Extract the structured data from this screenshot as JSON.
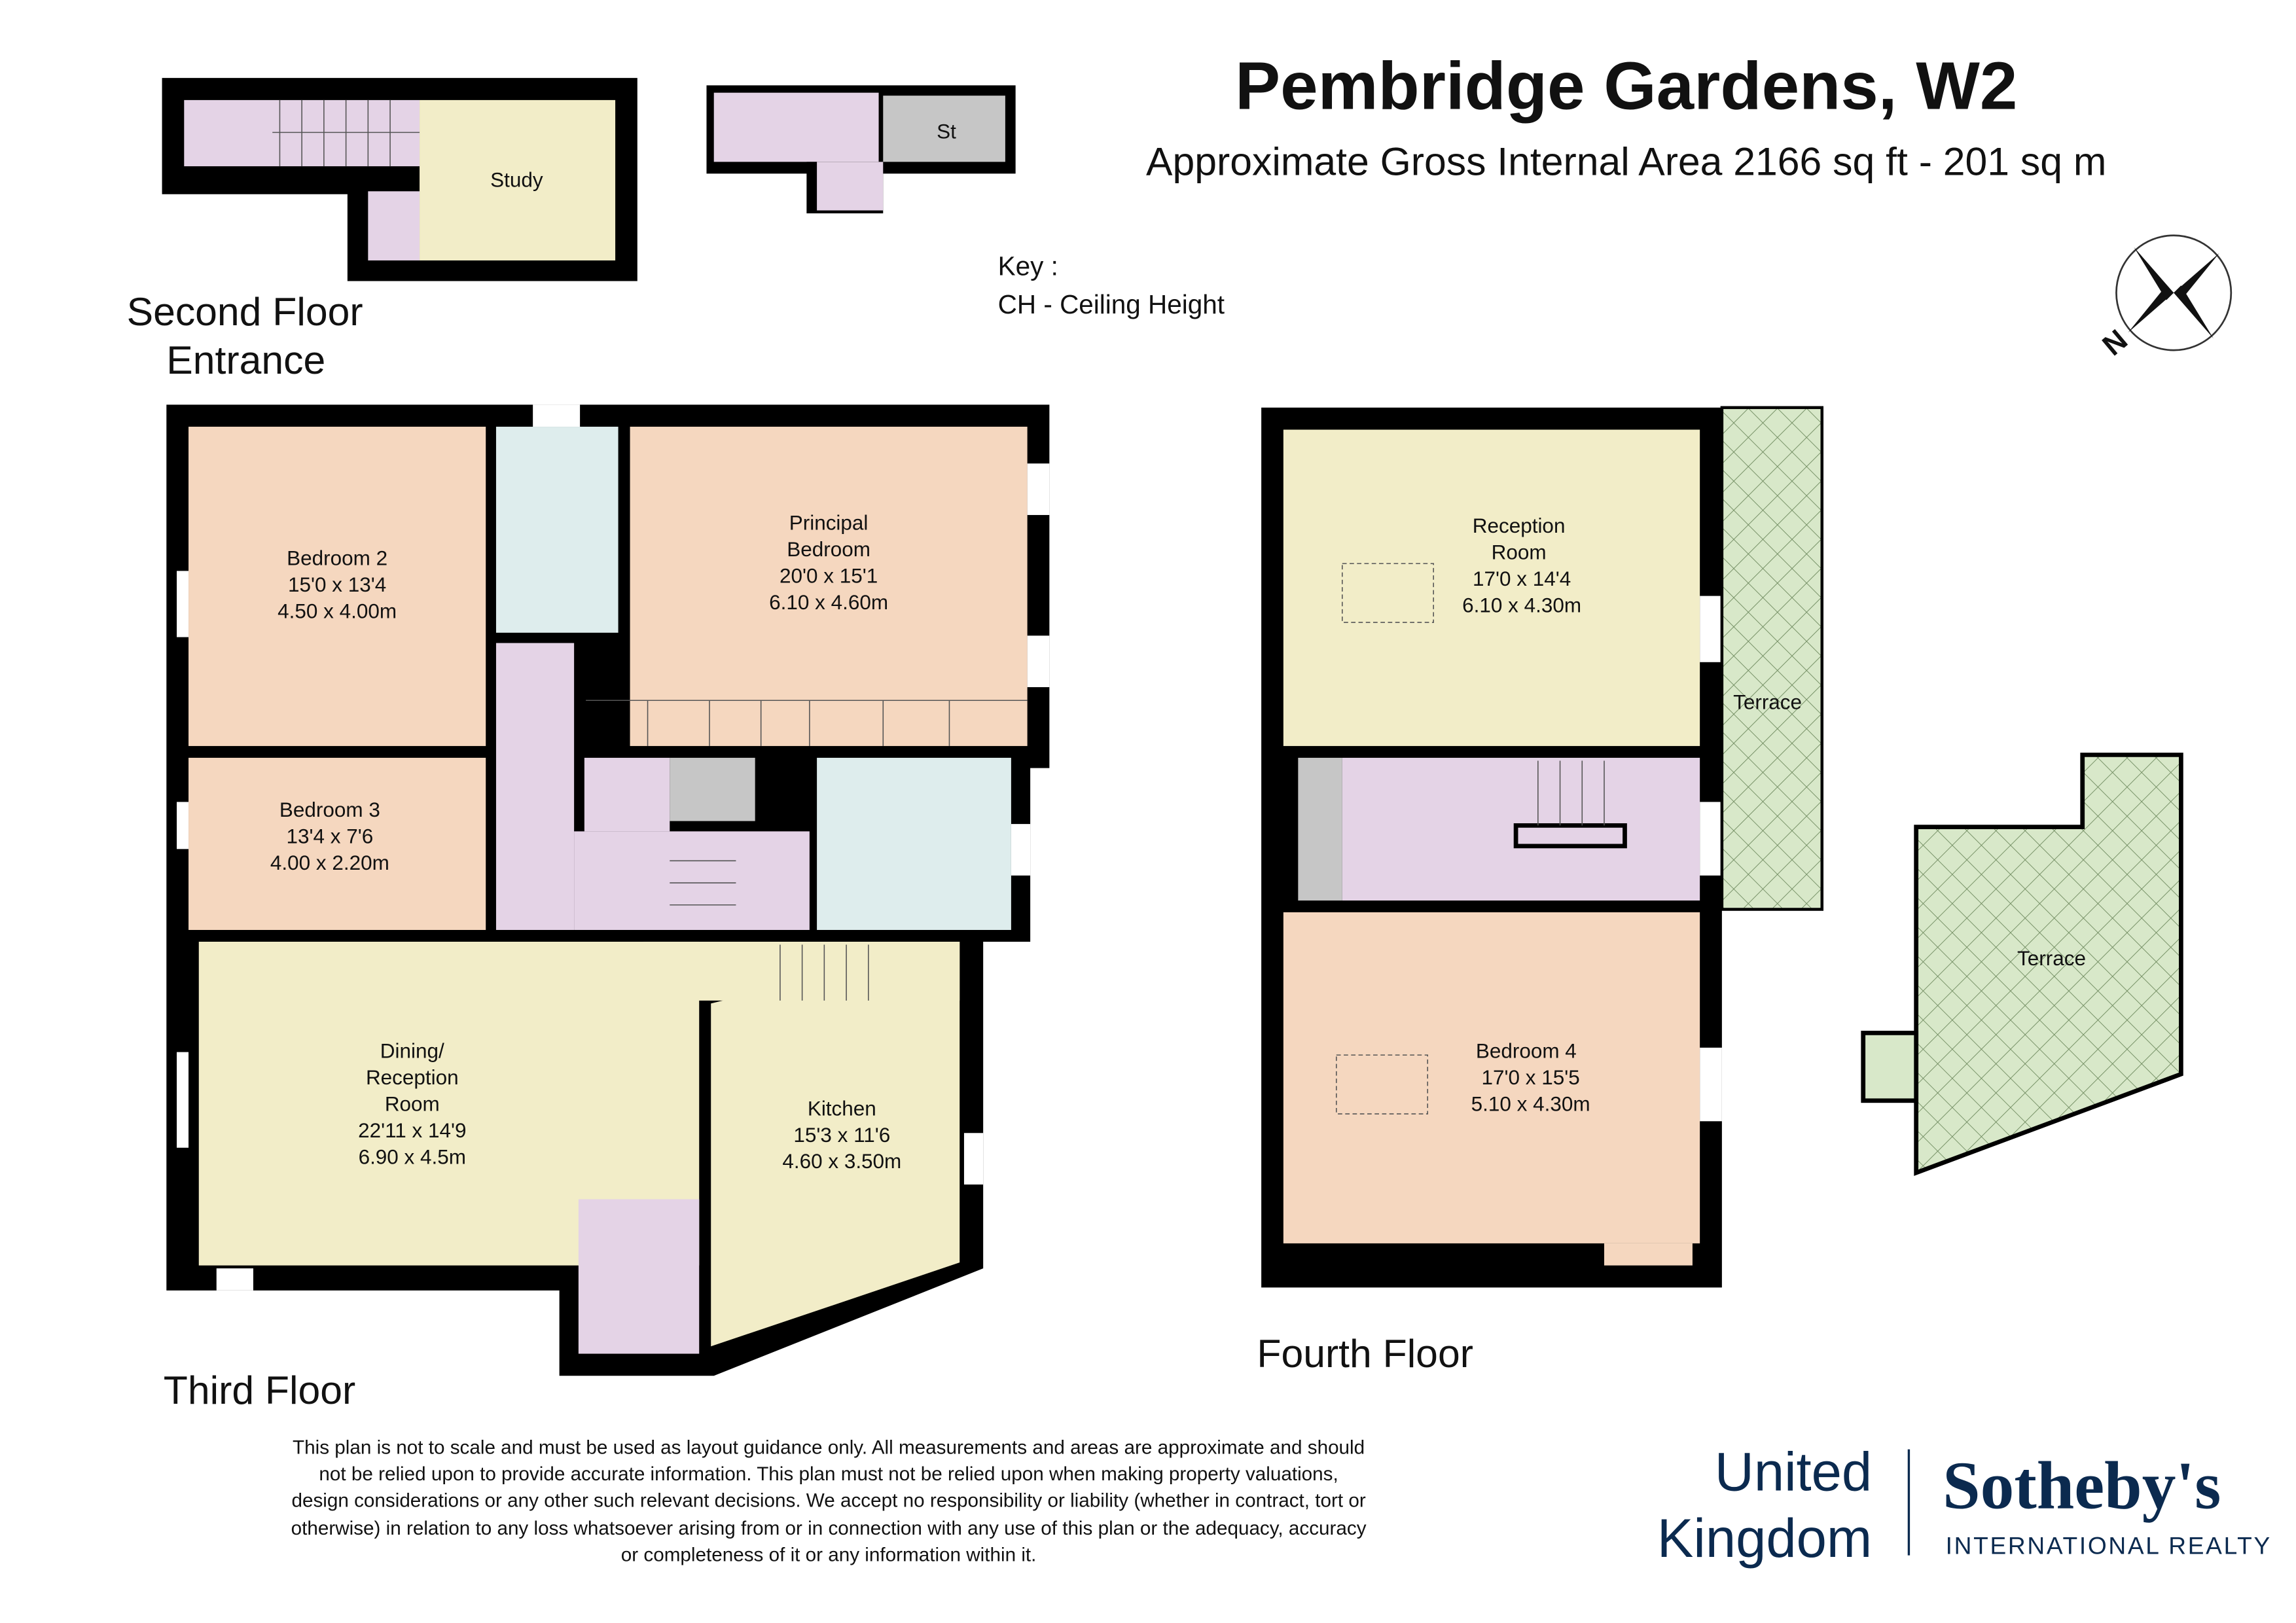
{
  "header": {
    "title": "Pembridge Gardens, W2",
    "subtitle": "Approximate Gross Internal Area 2166 sq ft - 201 sq m"
  },
  "key": {
    "heading": "Key :",
    "items": [
      "CH - Ceiling Height"
    ]
  },
  "compass": {
    "icon": "compass-north-icon",
    "label": "N"
  },
  "floors": {
    "second_floor_entrance": {
      "label_line1": "Second Floor",
      "label_line2": "Entrance",
      "rooms": {
        "study": "Study",
        "store": "St"
      }
    },
    "third_floor": {
      "label": "Third Floor",
      "rooms": {
        "bedroom2": [
          "Bedroom 2",
          "15'0 x 13'4",
          "4.50 x 4.00m"
        ],
        "principal": [
          "Principal",
          "Bedroom",
          "20'0 x 15'1",
          "6.10 x 4.60m"
        ],
        "bedroom3": [
          "Bedroom 3",
          "13'4 x 7'6",
          "4.00 x 2.20m"
        ],
        "dining": [
          "Dining/",
          "Reception",
          "Room",
          "22'11 x 14'9",
          "6.90 x 4.5m"
        ],
        "kitchen": [
          "Kitchen",
          "15'3 x 11'6",
          "4.60 x 3.50m"
        ]
      }
    },
    "fourth_floor": {
      "label": "Fourth Floor",
      "rooms": {
        "reception": [
          "Reception",
          "Room",
          "17'0 x 14'4",
          "6.10 x 4.30m"
        ],
        "bedroom4": [
          "Bedroom 4",
          "17'0 x 15'5",
          "5.10 x 4.30m"
        ],
        "terrace1": "Terrace",
        "terrace2": "Terrace"
      }
    }
  },
  "colors": {
    "bedroom": "#f5d7bf",
    "bathroom": "#deeded",
    "circulation": "#e4d3e6",
    "living": "#f2edc8",
    "store": "#c6c6c6",
    "terrace": "#d8e8c9",
    "wall": "#000000",
    "brand": "#0b2a4f"
  },
  "disclaimer": [
    "This plan is not to scale and must be used as layout guidance only. All measurements and areas are approximate and should",
    "not be relied upon to provide accurate information. This plan must not be relied upon when making property valuations,",
    "design considerations or any other such relevant decisions. We accept no responsibility or liability (whether in contract, tort or",
    "otherwise) in relation to any loss whatsoever arising from or in connection with any use of this plan or the adequacy, accuracy",
    "or completeness of it or any information within it."
  ],
  "logo": {
    "region_line1": "United",
    "region_line2": "Kingdom",
    "brand": "Sotheby's",
    "tagline": "INTERNATIONAL REALTY"
  }
}
